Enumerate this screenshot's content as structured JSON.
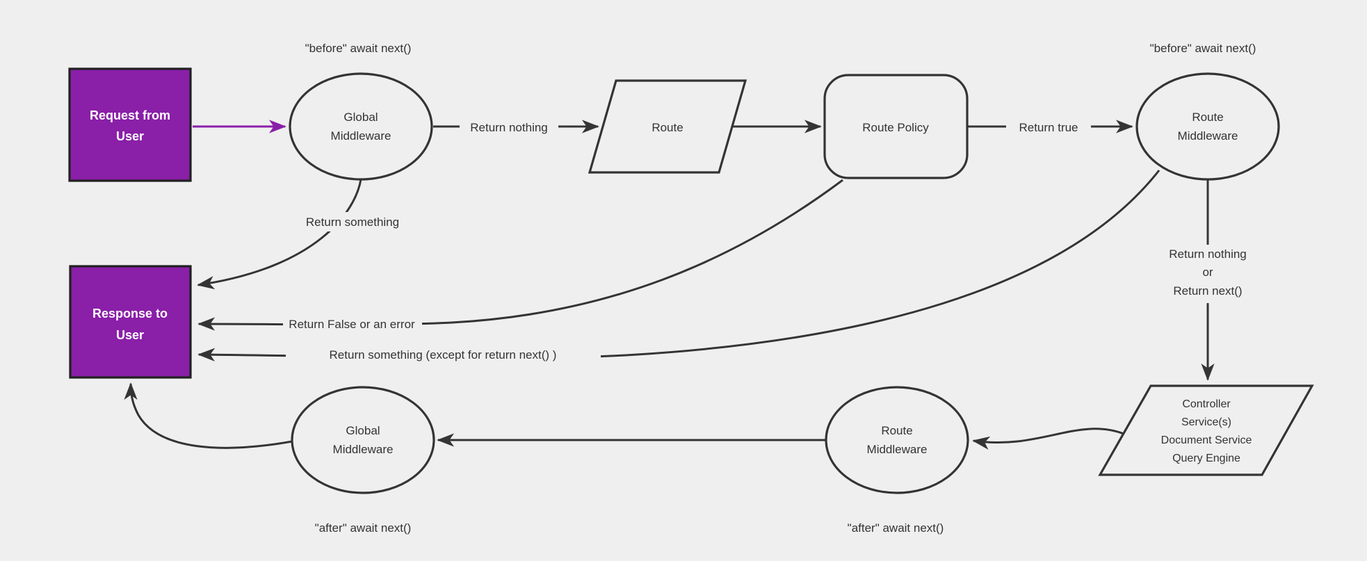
{
  "theme": {
    "background": "#efefef",
    "stroke": "#343434",
    "purple": "#8a1fa8",
    "purple_border": "#212121",
    "text": "#333333",
    "box_text": "#ffffff"
  },
  "nodes": {
    "request": {
      "lines": [
        "Request from",
        "User"
      ]
    },
    "global_middleware_top": {
      "lines": [
        "Global",
        "Middleware"
      ],
      "annotation": "\"before\" await next()"
    },
    "route": {
      "label": "Route"
    },
    "route_policy": {
      "label": "Route Policy"
    },
    "route_middleware_top": {
      "lines": [
        "Route",
        "Middleware"
      ],
      "annotation": "\"before\" await next()"
    },
    "response": {
      "lines": [
        "Response to",
        "User"
      ]
    },
    "controller": {
      "lines": [
        "Controller",
        "Service(s)",
        "Document Service",
        "Query Engine"
      ]
    },
    "route_middleware_bottom": {
      "lines": [
        "Route",
        "Middleware"
      ],
      "annotation": "\"after\" await next()"
    },
    "global_middleware_bottom": {
      "lines": [
        "Global",
        "Middleware"
      ],
      "annotation": "\"after\" await next()"
    }
  },
  "edges": {
    "global_to_route": {
      "label": "Return nothing"
    },
    "policy_to_middleware": {
      "label": "Return true"
    },
    "global_to_response": {
      "label": "Return something"
    },
    "policy_to_response": {
      "label": "Return False or an error"
    },
    "middleware_to_response": {
      "label": "Return something (except for return next() )"
    },
    "middleware_to_controller": {
      "lines": [
        "Return nothing",
        "or",
        "Return next()"
      ]
    }
  }
}
